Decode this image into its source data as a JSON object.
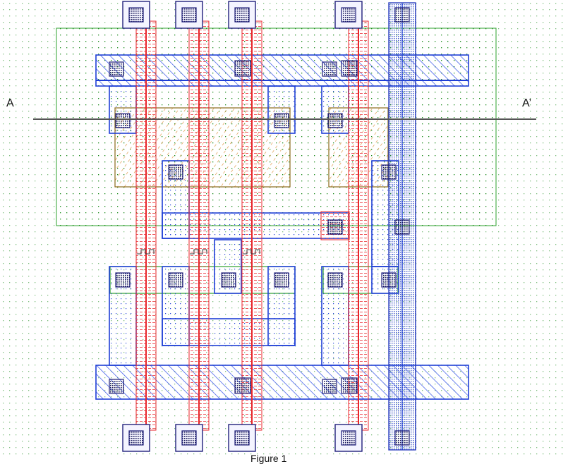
{
  "section_labels": {
    "left": "A",
    "right": "A’"
  },
  "caption": "Figure 1",
  "colors": {
    "background": "#ffffff",
    "n_well": "#2ca02c",
    "poly": "#e8262b",
    "poly_fill": "#f27f84",
    "metal1": "#1f3fd6",
    "metal1_fill": "#6b7ff0",
    "metal2": "#2b3fbf",
    "active": "#8a6a1a",
    "active_fill": "#d98b2e",
    "contact": "#20207a",
    "section_line": "#555555"
  },
  "layers": [
    "n-well",
    "active",
    "poly",
    "metal1",
    "metal2",
    "contact"
  ]
}
